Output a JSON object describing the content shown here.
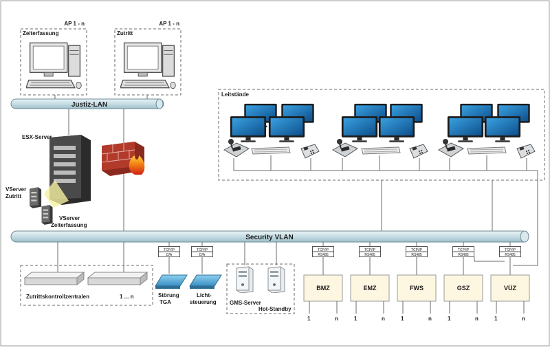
{
  "workstations": [
    {
      "label": "Zeiterfassung",
      "ap": "AP 1 - n"
    },
    {
      "label": "Zutritt",
      "ap": "AP 1 - n"
    }
  ],
  "buses": {
    "justiz": "Justiz-LAN",
    "security": "Security VLAN"
  },
  "esx_server": "ESX-Server",
  "vserver_zutritt": [
    "VServer",
    "Zutritt"
  ],
  "vserver_zeit": [
    "VServer",
    "Zeiterfassung"
  ],
  "leitstaende": "Leitstände",
  "zutritt_group": {
    "label1": "Zutrittskontrollzentralen",
    "label2": "1 ... n"
  },
  "switches": [
    {
      "proto": "TCP/IP",
      "mode": "D/A",
      "label1": "Störung",
      "label2": "TGA"
    },
    {
      "proto": "TCP/IP",
      "mode": "D/A",
      "label1": "Licht-",
      "label2": "steuerung"
    }
  ],
  "gms": {
    "server": "GMS-Server",
    "standby": "Hot-Standby"
  },
  "subsystems": [
    {
      "name": "BMZ",
      "proto": "TCP/IP",
      "mode": "RS485",
      "n1": "1",
      "n2": "n"
    },
    {
      "name": "EMZ",
      "proto": "TCP/IP",
      "mode": "RS485",
      "n1": "1",
      "n2": "n"
    },
    {
      "name": "FWS",
      "proto": "TCP/IP",
      "mode": "RS485",
      "n1": "1",
      "n2": "n"
    },
    {
      "name": "GSZ",
      "proto": "TCP/IP",
      "mode": "RS485",
      "n1": "1",
      "n2": "n"
    },
    {
      "name": "VÜZ",
      "proto": "TCP/IP",
      "mode": "RS485",
      "n1": "1",
      "n2": "n"
    }
  ],
  "colors": {
    "bus": "#c6dde4",
    "subsystem_box": "#fdf6e0",
    "firewall": "#b23a2a"
  }
}
